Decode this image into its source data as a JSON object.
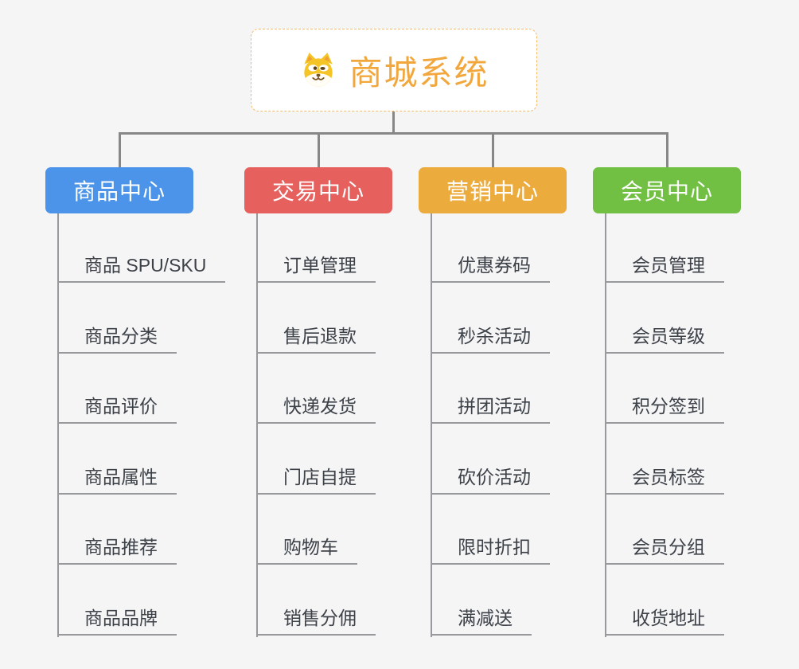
{
  "canvas": {
    "background": "#f5f5f6"
  },
  "root": {
    "title": "商城系统",
    "icon": "doge-icon",
    "text_color": "#f2a73d",
    "border_color": "#f3bb66",
    "background": "#ffffff"
  },
  "branches": [
    {
      "label": "商品中心",
      "color": "#4b94ea",
      "children": [
        "商品 SPU/SKU",
        "商品分类",
        "商品评价",
        "商品属性",
        "商品推荐",
        "商品品牌"
      ]
    },
    {
      "label": "交易中心",
      "color": "#e6605d",
      "children": [
        "订单管理",
        "售后退款",
        "快递发货",
        "门店自提",
        "购物车",
        "销售分佣"
      ]
    },
    {
      "label": "营销中心",
      "color": "#ecac3d",
      "children": [
        "优惠券码",
        "秒杀活动",
        "拼团活动",
        "砍价活动",
        "限时折扣",
        "满减送"
      ]
    },
    {
      "label": "会员中心",
      "color": "#72c043",
      "children": [
        "会员管理",
        "会员等级",
        "积分签到",
        "会员标签",
        "会员分组",
        "收货地址"
      ]
    }
  ],
  "connector_color": "#878787",
  "leaf_line_color": "#97999c",
  "leaf_text_color": "#3d4148"
}
